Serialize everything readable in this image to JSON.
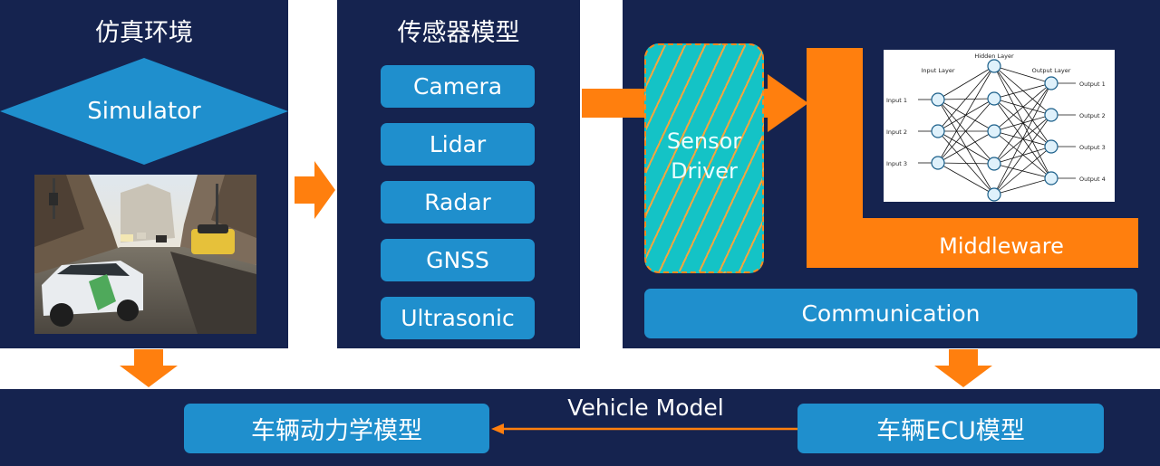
{
  "colors": {
    "panel": "#15234f",
    "accent_orange": "#ff7f0e",
    "button_blue": "#1f8fcd",
    "driver_teal": "#14c3c6"
  },
  "simulation": {
    "title": "仿真环境",
    "simulator_label": "Simulator"
  },
  "sensors": {
    "title": "传感器模型",
    "items": [
      "Camera",
      "Lidar",
      "Radar",
      "GNSS",
      "Ultrasonic"
    ]
  },
  "stack": {
    "driver_lines": [
      "Sensor",
      "Driver"
    ],
    "middleware_label": "Middleware",
    "communication_label": "Communication",
    "nn": {
      "hidden_layer": "Hidden Layer",
      "input_layer": "Input Layer",
      "output_layer": "Output Layer",
      "inputs": [
        "Input 1",
        "Input 2",
        "Input 3"
      ],
      "outputs": [
        "Output 1",
        "Output 2",
        "Output 3",
        "Output 4"
      ]
    }
  },
  "bottom": {
    "dynamics_label": "车辆动力学模型",
    "vehicle_model_label": "Vehicle Model",
    "ecu_label": "车辆ECU模型"
  }
}
